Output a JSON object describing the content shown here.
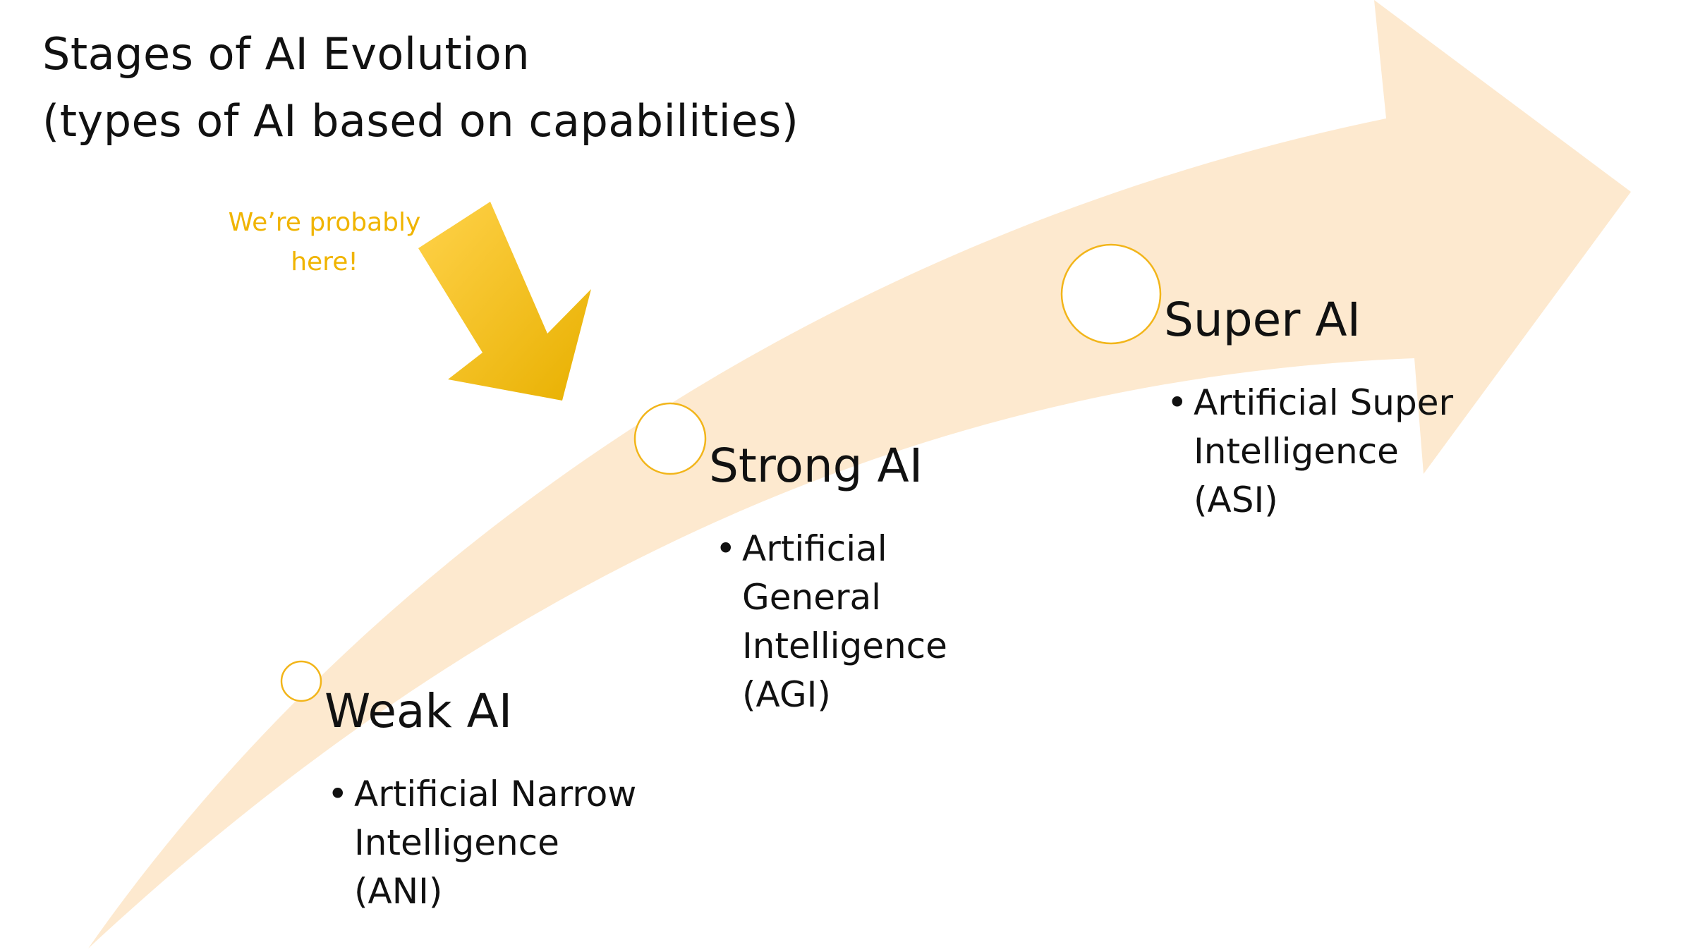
{
  "title": {
    "line1": "Stages of AI Evolution",
    "line2": "(types of AI based on capabilities)"
  },
  "callout": {
    "line1": "We’re probably",
    "line2": "here!"
  },
  "stages": [
    {
      "heading": "Weak AI",
      "bullet": "•",
      "item_lines": [
        "Artificial Narrow",
        "Intelligence",
        "(ANI)"
      ]
    },
    {
      "heading": "Strong AI",
      "bullet": "•",
      "item_lines": [
        "Artificial",
        "General",
        "Intelligence",
        "(AGI)"
      ]
    },
    {
      "heading": "Super AI",
      "bullet": "•",
      "item_lines": [
        "Artificial Super",
        "Intelligence",
        "(ASI)"
      ]
    }
  ],
  "colors": {
    "curve_arrow_fill": "#FDE9CF",
    "pointer_arrow_light": "#FFD24A",
    "pointer_arrow_dark": "#E8B000",
    "marker_stroke": "#F2B51A",
    "callout_text": "#F0B400",
    "text": "#111111"
  },
  "icons": {
    "curve_arrow": "curved-arrow-icon",
    "pointer_arrow": "down-right-arrow-icon",
    "stage_marker": "circle-marker-icon"
  }
}
